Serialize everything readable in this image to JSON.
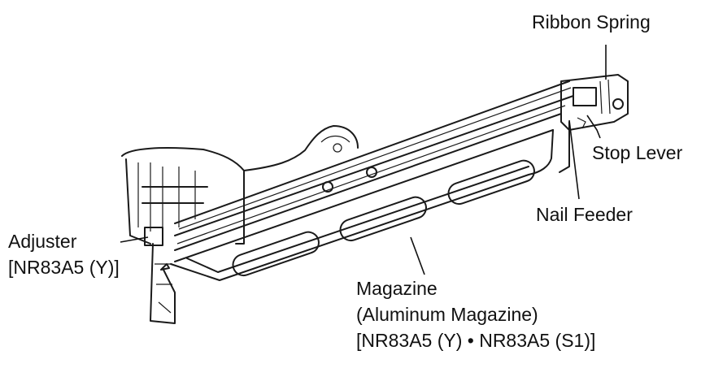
{
  "labels": {
    "ribbon_spring": "Ribbon Spring",
    "stop_lever": "Stop Lever",
    "nail_feeder": "Nail Feeder",
    "adjuster_line1": "Adjuster",
    "adjuster_line2": "[NR83A5 (Y)]",
    "magazine_line1": "Magazine",
    "magazine_line2": "(Aluminum Magazine)",
    "magazine_line3": "[NR83A5 (Y) • NR83A5 (S1)]"
  }
}
